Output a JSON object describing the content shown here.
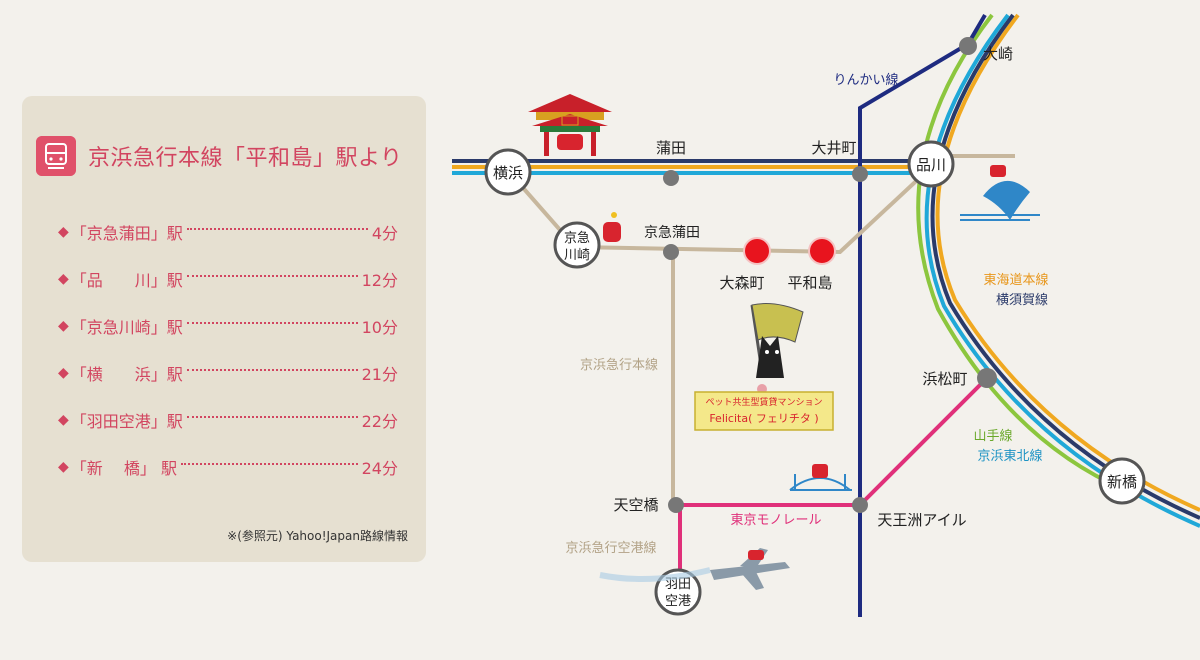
{
  "colors": {
    "keikyu_line": "#c7b79d",
    "keikyu_airport_line": "#c7b79d",
    "tokaido_line": "#f0a820",
    "yokosuka_line": "#2a3a6a",
    "yamanote_line": "#8cc63e",
    "keihin_tohoku_line": "#20a8d8",
    "rinkai_line": "#1e2b80",
    "monorail_line": "#e0307a",
    "highlight_station": "#e8141e",
    "panel_text": "#d24560"
  },
  "panel": {
    "title": "京浜急行本線「平和島」駅より",
    "icon": "train-icon",
    "routes": [
      {
        "name": "「京急蒲田」駅",
        "minutes": "4分"
      },
      {
        "name": "「品　　川」駅",
        "minutes": "12分"
      },
      {
        "name": "「京急川崎」駅",
        "minutes": "10分"
      },
      {
        "name": "「横　　浜」駅",
        "minutes": "21分"
      },
      {
        "name": "「羽田空港」駅",
        "minutes": "22分"
      },
      {
        "name": "「新　 橋」 駅",
        "minutes": "24分"
      }
    ],
    "source": "※(参照元) Yahoo!Japan路線情報"
  },
  "map": {
    "stations": {
      "yokohama": "横浜",
      "kawasaki_line1": "京急",
      "kawasaki_line2": "川崎",
      "kamata": "蒲田",
      "keikyu_kamata": "京急蒲田",
      "oimachi": "大井町",
      "shinagawa": "品川",
      "osaki": "大崎",
      "omorimachi": "大森町",
      "heiwajima": "平和島",
      "hamamatsucho": "浜松町",
      "shimbashi": "新橋",
      "tenkubashi": "天空橋",
      "tennozu_isle": "天王洲アイル",
      "haneda_line1": "羽田",
      "haneda_line2": "空港"
    },
    "lines": {
      "rinkai": "りんかい線",
      "tokaido": "東海道本線",
      "yokosuka": "横須賀線",
      "yamanote": "山手線",
      "keihin_tohoku": "京浜東北線",
      "keikyu_main": "京浜急行本線",
      "keikyu_airport": "京浜急行空港線",
      "monorail": "東京モノレール"
    },
    "property": {
      "line1": "ペット共生型賃貸マンション",
      "line2": "Felicita( フェリチタ )"
    }
  }
}
